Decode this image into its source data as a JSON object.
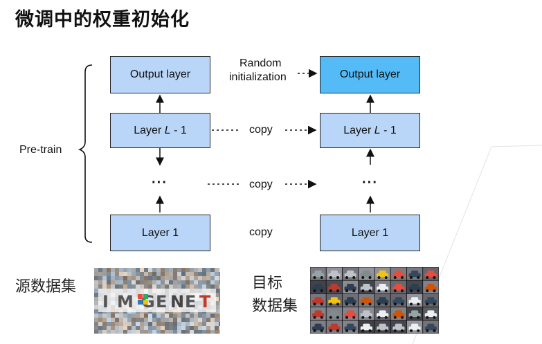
{
  "title": "微调中的权重初始化",
  "source": {
    "output": "Output layer",
    "layer_l_prefix": "Layer ",
    "layer_l_var": "L",
    "layer_l_suffix": " - 1",
    "dots": "···",
    "layer1": "Layer 1"
  },
  "target": {
    "output": "Output layer",
    "layer_l_prefix": "Layer ",
    "layer_l_var": "L",
    "layer_l_suffix": " - 1",
    "dots": "···",
    "layer1": "Layer 1"
  },
  "pretrain": "Pre-train",
  "random_init_line1": "Random",
  "random_init_line2": "initialization",
  "copy": "copy",
  "source_dataset": "源数据集",
  "target_dataset_line1": "目标",
  "target_dataset_line2": "数据集",
  "imagenet_logo_letters": [
    "I",
    "M",
    "G",
    "E",
    "N",
    "E",
    "T"
  ],
  "colors": {
    "layer_fill": "#b9d6f8",
    "target_output_fill": "#55bbf7"
  }
}
